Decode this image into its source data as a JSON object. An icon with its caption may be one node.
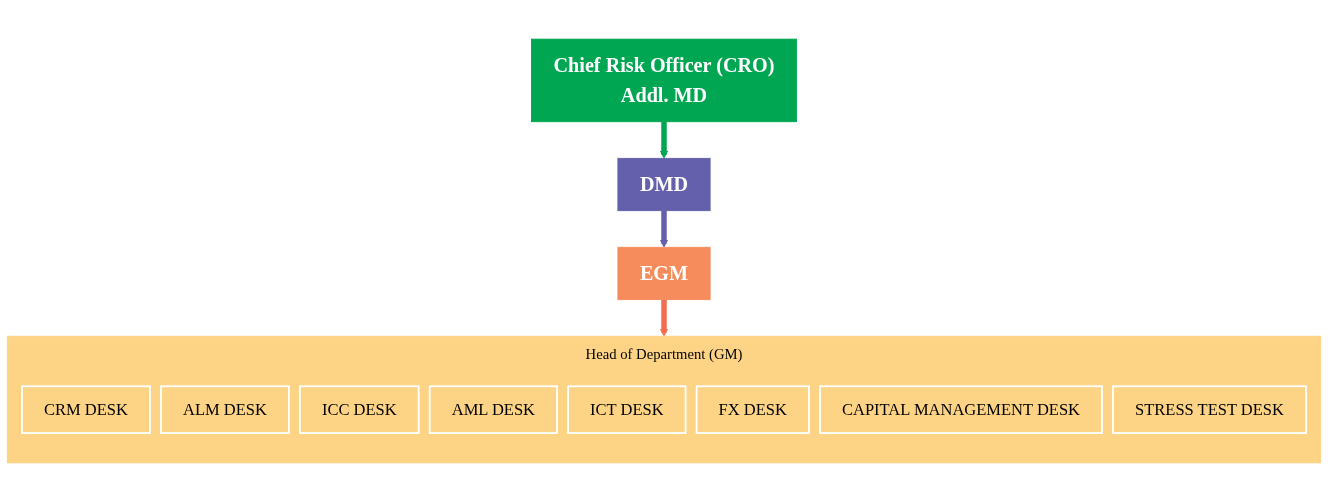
{
  "diagram": {
    "nodes": [
      {
        "text": [
          "Chief Risk Officer (CRO)",
          "Addl. MD"
        ]
      },
      {
        "text": [
          "DMD"
        ]
      },
      {
        "text": [
          "EGM"
        ]
      },
      {
        "text": [
          "Head of Department (GM)"
        ]
      },
      {
        "text": [
          "CRM DESK"
        ],
        "in": 3
      },
      {
        "text": [
          "ALM DESK"
        ],
        "in": 3
      },
      {
        "text": [
          "ICC DESK"
        ],
        "in": 3
      },
      {
        "text": [
          "AML DESK"
        ],
        "in": 3
      },
      {
        "text": [
          "ICT DESK"
        ],
        "in": 3
      },
      {
        "text": [
          "FX DESK"
        ],
        "in": 3
      },
      {
        "text": [
          "CAPITAL MANAGEMENT DESK"
        ],
        "in": 3
      },
      {
        "text": [
          "STRESS TEST DESK"
        ],
        "in": 3
      }
    ],
    "edges": [
      {
        "from": 0,
        "to": 1,
        "arrow": "to",
        "color": "#00a651"
      },
      {
        "from": 1,
        "to": 2,
        "arrow": "to",
        "color": "#6460ab"
      },
      {
        "from": 2,
        "to": 3,
        "arrow": "to",
        "color": "#f26c4f"
      }
    ]
  }
}
